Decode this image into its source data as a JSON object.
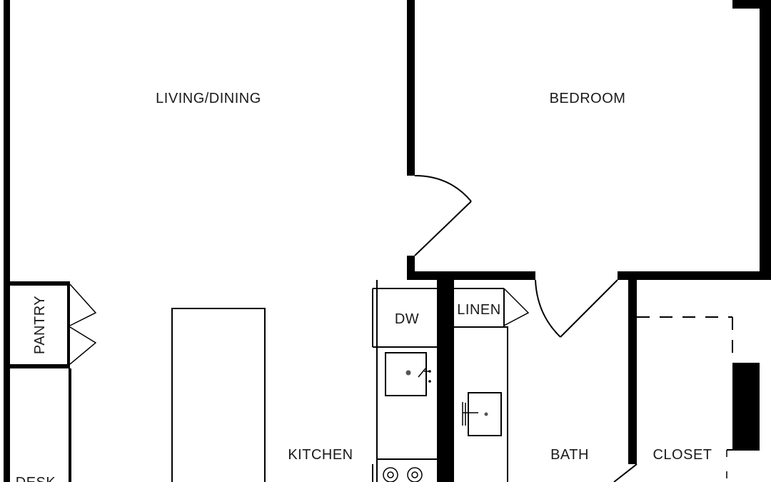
{
  "rooms": {
    "living_dining": "LIVING/DINING",
    "bedroom": "BEDROOM",
    "pantry": "PANTRY",
    "dw": "DW",
    "linen": "LINEN",
    "kitchen": "KITCHEN",
    "bath": "BATH",
    "closet": "CLOSET",
    "desk": "DESK"
  },
  "colors": {
    "wall": "#000000",
    "background": "#ffffff"
  }
}
